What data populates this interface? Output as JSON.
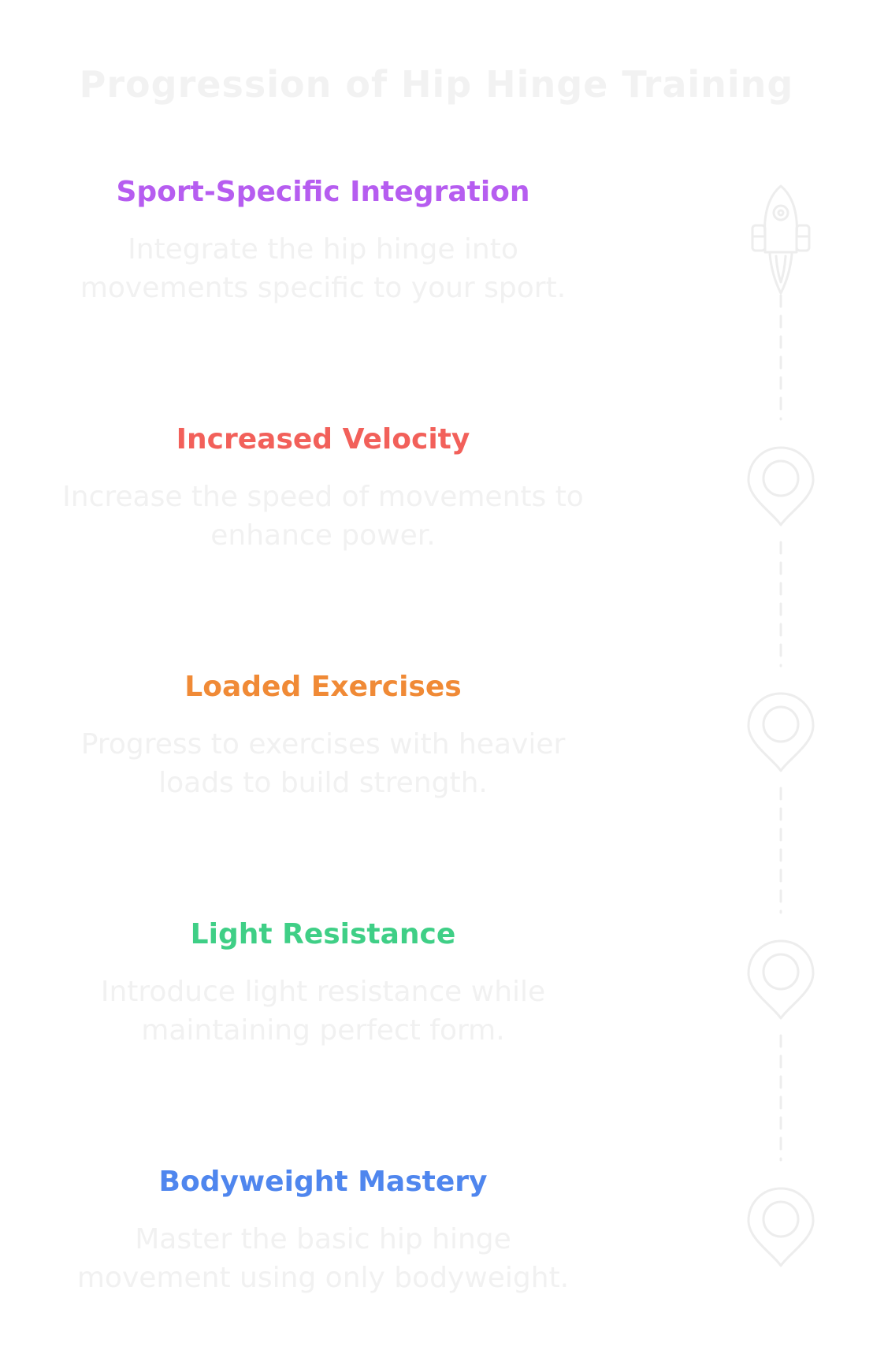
{
  "title": "Progression of Hip Hinge Training",
  "steps": [
    {
      "title": "Sport-Specific Integration",
      "description": "Integrate the hip hinge into movements specific to your sport.",
      "color": "#b65df0",
      "icon": "rocket-icon"
    },
    {
      "title": "Increased Velocity",
      "description": "Increase the speed of movements to enhance power.",
      "color": "#f2605a",
      "icon": "location-pin-icon"
    },
    {
      "title": "Loaded Exercises",
      "description": "Progress to exercises with heavier loads to build strength.",
      "color": "#f08a36",
      "icon": "location-pin-icon"
    },
    {
      "title": "Light Resistance",
      "description": "Introduce light resistance while maintaining perfect form.",
      "color": "#3fcf86",
      "icon": "location-pin-icon"
    },
    {
      "title": "Bodyweight Mastery",
      "description": "Master the basic hip hinge movement using only bodyweight.",
      "color": "#4f86ee",
      "icon": "location-pin-icon"
    }
  ],
  "icon_color": "#ededed"
}
